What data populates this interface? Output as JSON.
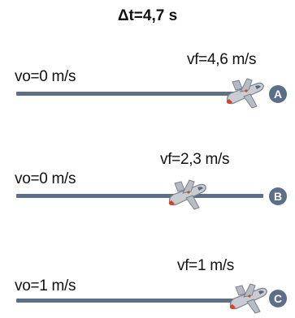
{
  "title": "Δt=4,7 s",
  "scenarios": [
    {
      "id": "A",
      "vo_label": "vo=0 m/s",
      "vf_label": "vf=4,6 m/s"
    },
    {
      "id": "B",
      "vo_label": "vo=0 m/s",
      "vf_label": "vf=2,3 m/s"
    },
    {
      "id": "C",
      "vo_label": "vo=1 m/s",
      "vf_label": "vf=1 m/s"
    }
  ],
  "colors": {
    "track": "#5c6f89",
    "badge": "#5c6f89",
    "plane_body": "#c9ccd2",
    "plane_accent": "#d2452a"
  },
  "icons": {
    "aircraft": "airplane-icon"
  }
}
